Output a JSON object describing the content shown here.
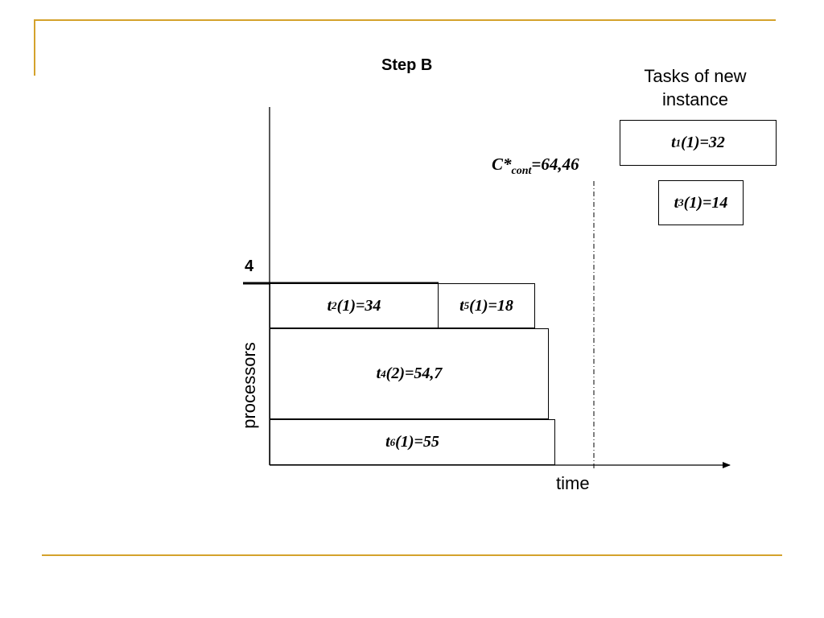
{
  "colors": {
    "accent": "#D4A22C",
    "ink": "#000000"
  },
  "slide": {
    "title": "Step B",
    "new_instance_label": "Tasks of new instance",
    "y_axis_label": "processors",
    "x_axis_label": "time",
    "processor_limit_label": "4",
    "cmax": {
      "main": "C*",
      "sub": "cont",
      "value": "=64,46"
    }
  },
  "scheduled_tasks": [
    {
      "id": "t2",
      "name": "t",
      "sub": "2",
      "rest": "(1)=34"
    },
    {
      "id": "t5",
      "name": "t",
      "sub": "5",
      "rest": "(1)=18"
    },
    {
      "id": "t4",
      "name": "t",
      "sub": "4",
      "rest": "(2)=54,7"
    },
    {
      "id": "t6",
      "name": "t",
      "sub": "6",
      "rest": "(1)=55"
    }
  ],
  "new_tasks": [
    {
      "id": "t1",
      "name": "t",
      "sub": "1",
      "rest": "(1)=32"
    },
    {
      "id": "t3",
      "name": "t",
      "sub": "3",
      "rest": "(1)=14"
    }
  ]
}
